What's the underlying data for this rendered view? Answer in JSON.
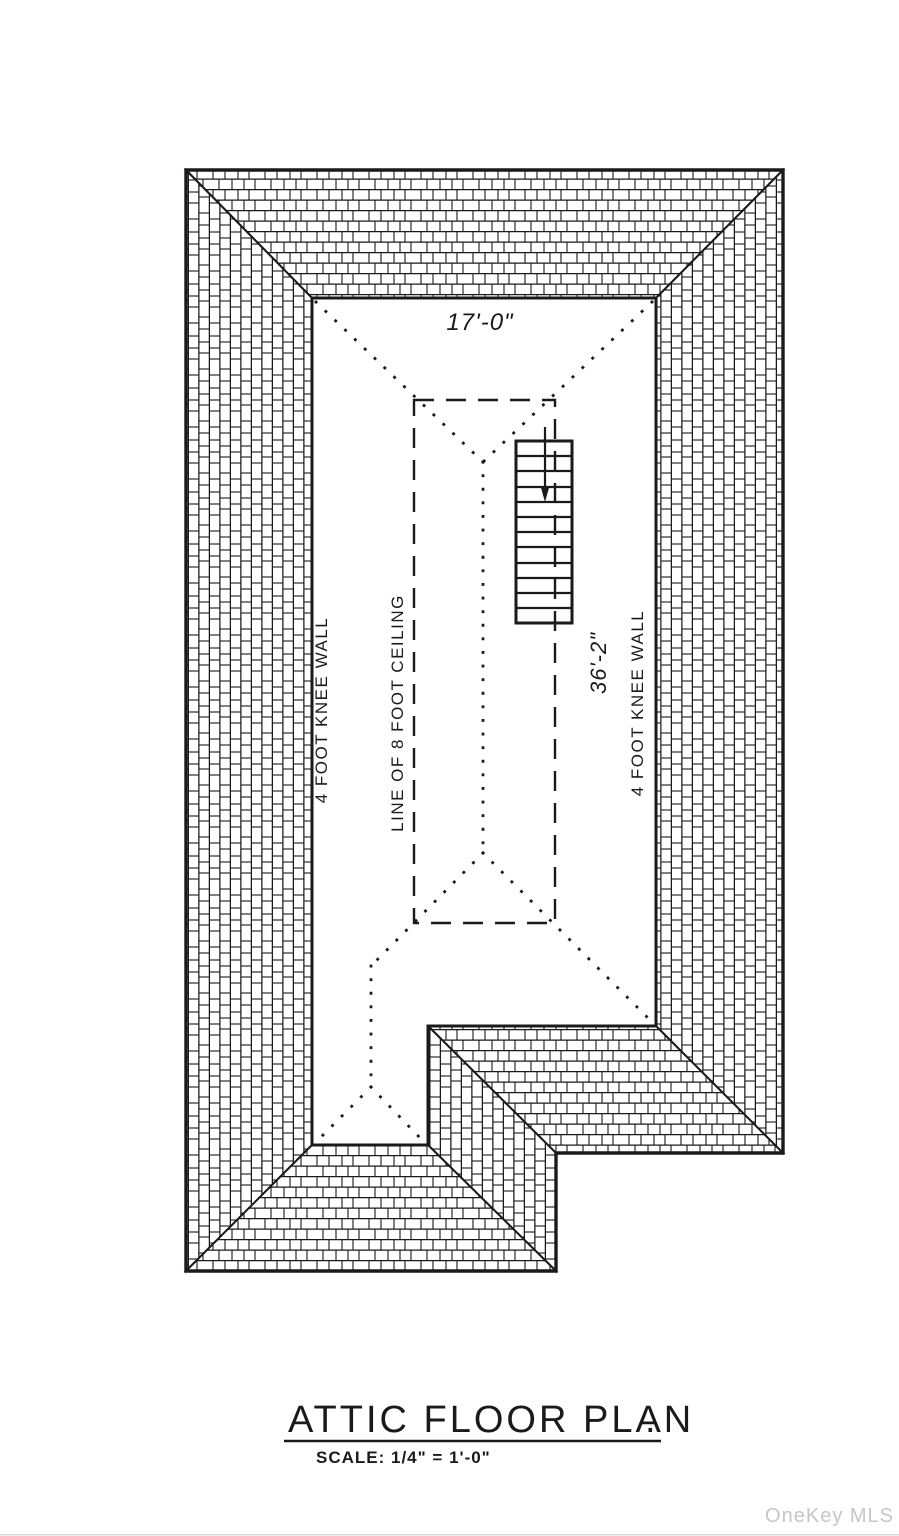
{
  "plan": {
    "dim_top": "17'-0\"",
    "dim_right": "36'-2\"",
    "knee_wall_left": "4 FOOT KNEE WALL",
    "knee_wall_right": "4 FOOT KNEE WALL",
    "ceiling_line": "LINE OF 8 FOOT CEILING"
  },
  "title_block": {
    "title": "ATTIC FLOOR PLAN",
    "title_period": ".",
    "scale": "SCALE: 1/4\" = 1'-0\""
  },
  "watermark": "OneKey MLS",
  "colors": {
    "line": "#1a1a1a",
    "background": "#ffffff",
    "watermark": "#c6c6c6"
  }
}
